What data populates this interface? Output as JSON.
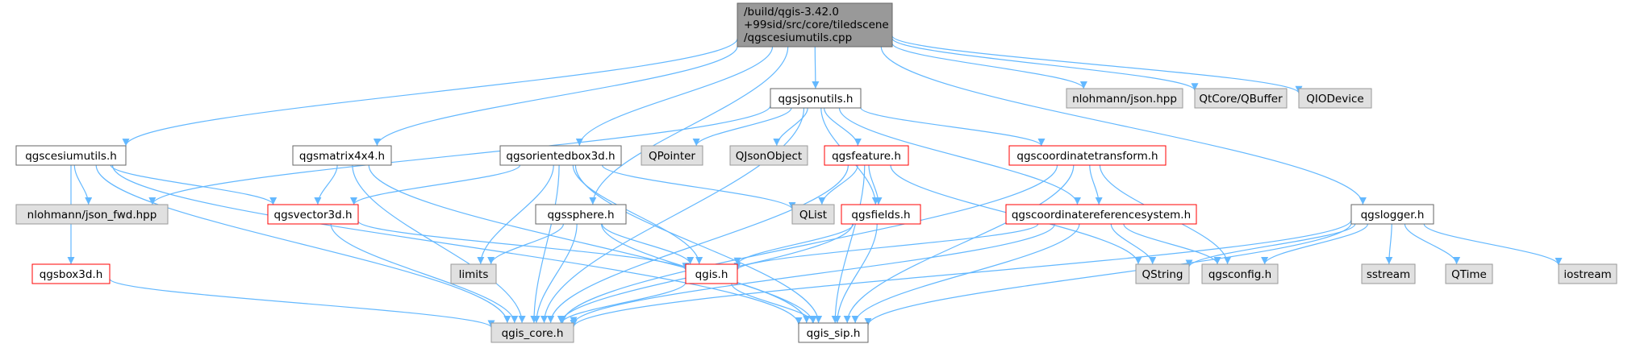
{
  "diagram": {
    "root": {
      "id": "root",
      "lines": [
        "/build/qgis-3.42.0",
        "+99sid/src/core/tiledscene",
        "/qgscesiumutils.cpp"
      ]
    },
    "nodes": [
      {
        "id": "jsonutils",
        "label": "qgsjsonutils.h",
        "style": "normal"
      },
      {
        "id": "json",
        "label": "nlohmann/json.hpp",
        "style": "external"
      },
      {
        "id": "qbuffer",
        "label": "QtCore/QBuffer",
        "style": "external"
      },
      {
        "id": "qiodevice",
        "label": "QIODevice",
        "style": "external"
      },
      {
        "id": "cesium",
        "label": "qgscesiumutils.h",
        "style": "normal"
      },
      {
        "id": "matrix",
        "label": "qgsmatrix4x4.h",
        "style": "normal"
      },
      {
        "id": "orient",
        "label": "qgsorientedbox3d.h",
        "style": "normal"
      },
      {
        "id": "qpointer",
        "label": "QPointer",
        "style": "external"
      },
      {
        "id": "qjsonobject",
        "label": "QJsonObject",
        "style": "external"
      },
      {
        "id": "feature",
        "label": "qgsfeature.h",
        "style": "red"
      },
      {
        "id": "ctransform",
        "label": "qgscoordinatetransform.h",
        "style": "red"
      },
      {
        "id": "jsonfwd",
        "label": "nlohmann/json_fwd.hpp",
        "style": "external"
      },
      {
        "id": "vector3d",
        "label": "qgsvector3d.h",
        "style": "red"
      },
      {
        "id": "qlist",
        "label": "QList",
        "style": "external"
      },
      {
        "id": "sphere",
        "label": "qgssphere.h",
        "style": "normal"
      },
      {
        "id": "fields",
        "label": "qgsfields.h",
        "style": "red"
      },
      {
        "id": "crs",
        "label": "qgscoordinatereferencesystem.h",
        "style": "red"
      },
      {
        "id": "logger",
        "label": "qgslogger.h",
        "style": "normal"
      },
      {
        "id": "box3d",
        "label": "qgsbox3d.h",
        "style": "red"
      },
      {
        "id": "limits",
        "label": "limits",
        "style": "external"
      },
      {
        "id": "qgis",
        "label": "qgis.h",
        "style": "red"
      },
      {
        "id": "qstring",
        "label": "QString",
        "style": "external"
      },
      {
        "id": "qgsconfig",
        "label": "qgsconfig.h",
        "style": "external"
      },
      {
        "id": "sstream",
        "label": "sstream",
        "style": "external"
      },
      {
        "id": "qtime",
        "label": "QTime",
        "style": "external"
      },
      {
        "id": "iostream",
        "label": "iostream",
        "style": "external"
      },
      {
        "id": "core",
        "label": "qgis_core.h",
        "style": "external"
      },
      {
        "id": "sip",
        "label": "qgis_sip.h",
        "style": "normal"
      }
    ],
    "edges": [
      [
        "root",
        "jsonutils"
      ],
      [
        "root",
        "json"
      ],
      [
        "root",
        "qbuffer"
      ],
      [
        "root",
        "qiodevice"
      ],
      [
        "root",
        "cesium"
      ],
      [
        "root",
        "matrix"
      ],
      [
        "root",
        "orient"
      ],
      [
        "root",
        "sphere"
      ],
      [
        "root",
        "logger"
      ],
      [
        "jsonutils",
        "qpointer"
      ],
      [
        "jsonutils",
        "qjsonobject"
      ],
      [
        "jsonutils",
        "feature"
      ],
      [
        "jsonutils",
        "ctransform"
      ],
      [
        "jsonutils",
        "jsonfwd"
      ],
      [
        "jsonutils",
        "core"
      ],
      [
        "jsonutils",
        "fields"
      ],
      [
        "jsonutils",
        "crs"
      ],
      [
        "cesium",
        "jsonfwd"
      ],
      [
        "cesium",
        "vector3d"
      ],
      [
        "cesium",
        "box3d"
      ],
      [
        "cesium",
        "core"
      ],
      [
        "cesium",
        "sip"
      ],
      [
        "matrix",
        "vector3d"
      ],
      [
        "matrix",
        "core"
      ],
      [
        "matrix",
        "sip"
      ],
      [
        "orient",
        "vector3d"
      ],
      [
        "orient",
        "qlist"
      ],
      [
        "orient",
        "limits"
      ],
      [
        "orient",
        "qgis"
      ],
      [
        "orient",
        "core"
      ],
      [
        "orient",
        "sip"
      ],
      [
        "feature",
        "qlist"
      ],
      [
        "feature",
        "fields"
      ],
      [
        "feature",
        "core"
      ],
      [
        "feature",
        "sip"
      ],
      [
        "feature",
        "qstring"
      ],
      [
        "ctransform",
        "crs"
      ],
      [
        "ctransform",
        "qgsconfig"
      ],
      [
        "ctransform",
        "core"
      ],
      [
        "ctransform",
        "sip"
      ],
      [
        "vector3d",
        "qgis"
      ],
      [
        "vector3d",
        "core"
      ],
      [
        "sphere",
        "limits"
      ],
      [
        "sphere",
        "qgis"
      ],
      [
        "sphere",
        "core"
      ],
      [
        "sphere",
        "sip"
      ],
      [
        "fields",
        "qgis"
      ],
      [
        "fields",
        "core"
      ],
      [
        "fields",
        "sip"
      ],
      [
        "crs",
        "qgis"
      ],
      [
        "crs",
        "qstring"
      ],
      [
        "crs",
        "qgsconfig"
      ],
      [
        "crs",
        "core"
      ],
      [
        "crs",
        "sip"
      ],
      [
        "logger",
        "qstring"
      ],
      [
        "logger",
        "qgsconfig"
      ],
      [
        "logger",
        "sstream"
      ],
      [
        "logger",
        "qtime"
      ],
      [
        "logger",
        "iostream"
      ],
      [
        "logger",
        "core"
      ],
      [
        "logger",
        "sip"
      ],
      [
        "box3d",
        "core"
      ],
      [
        "qgis",
        "core"
      ],
      [
        "qgis",
        "sip"
      ]
    ],
    "colors": {
      "edge": "#63b8ff",
      "root_fill": "#999999",
      "root_stroke": "#666666",
      "external_fill": "#e0e0e0",
      "external_stroke": "#999999",
      "normal_fill": "#ffffff",
      "normal_stroke": "#666666",
      "red_stroke": "#ff0000"
    }
  }
}
